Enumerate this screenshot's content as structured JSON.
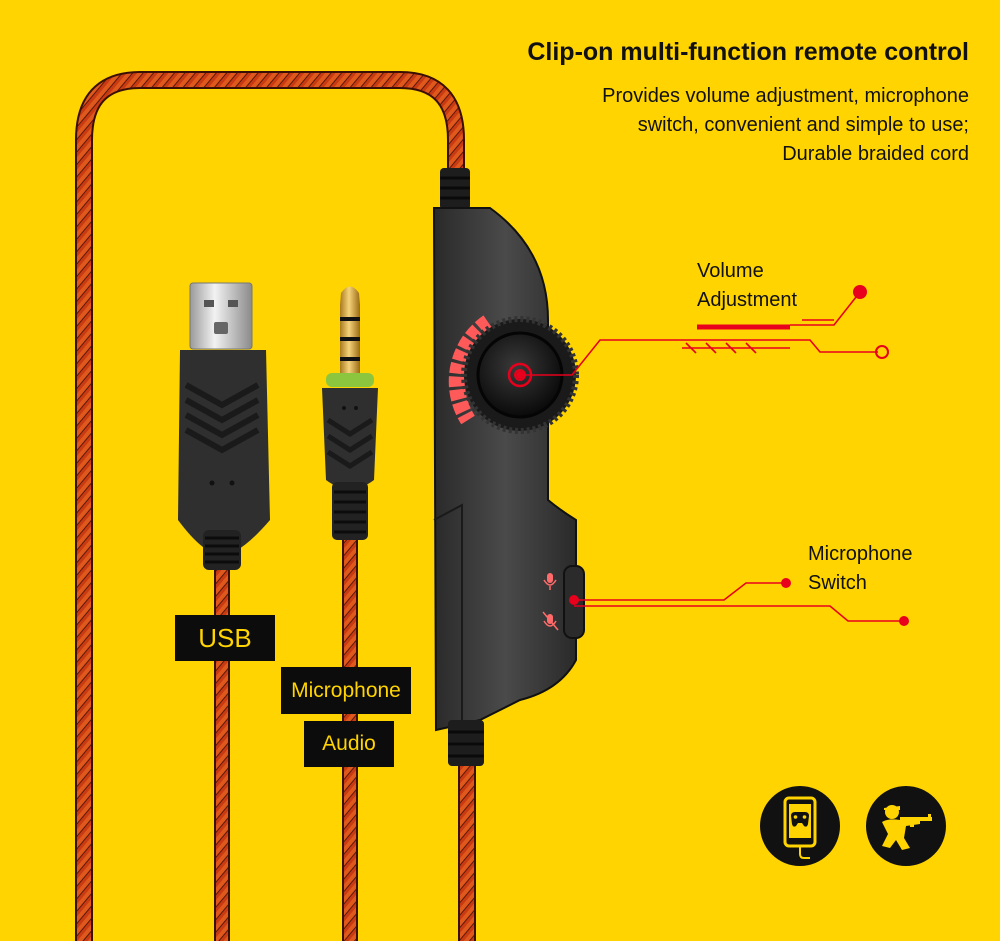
{
  "heading": {
    "title": "Clip-on multi-function remote control",
    "description_lines": [
      "Provides volume adjustment, microphone",
      "switch, convenient and simple to use;",
      "Durable braided cord"
    ]
  },
  "callouts": {
    "volume": [
      "Volume",
      "Adjustment"
    ],
    "microphone_switch": [
      "Microphone",
      "Switch"
    ]
  },
  "tags": {
    "usb": "USB",
    "microphone": "Microphone",
    "audio": "Audio"
  },
  "icons": {
    "phone_game": "phone-game-icon",
    "soldier": "soldier-icon"
  },
  "colors": {
    "background": "#ffd400",
    "accent_red": "#e8001c",
    "tag_background": "#0c0c0c",
    "tag_text": "#ffd400"
  }
}
